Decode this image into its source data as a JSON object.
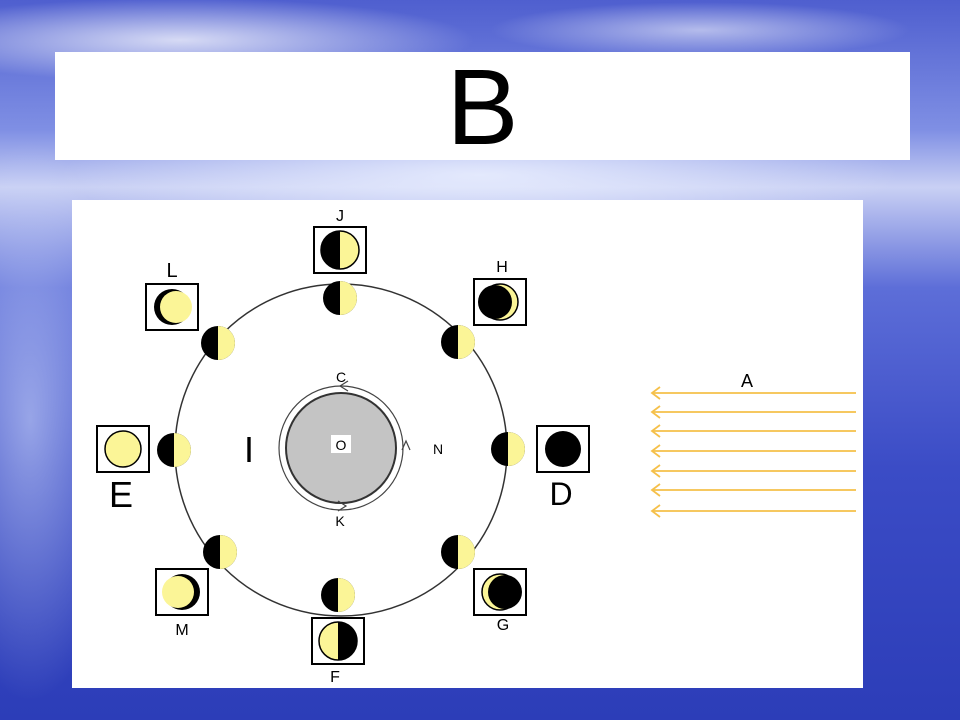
{
  "title": "B",
  "labels": {
    "sunlight": "A",
    "center": "O",
    "top_inner": "C",
    "bottom_inner": "K",
    "right_inner": "N",
    "left_inner": "I",
    "right_phase": "D",
    "left_phase": "E",
    "bottom_phase": "F",
    "lower_right_phase": "G",
    "upper_right_phase": "H",
    "top_phase": "J",
    "upper_left_phase": "L",
    "lower_left_phase": "M"
  },
  "colors": {
    "moon_lit": "#fbf597",
    "moon_dark": "#000000",
    "earth": "#c4c4c4",
    "sun_rays": "#f5c04a",
    "orbit": "#333333"
  }
}
